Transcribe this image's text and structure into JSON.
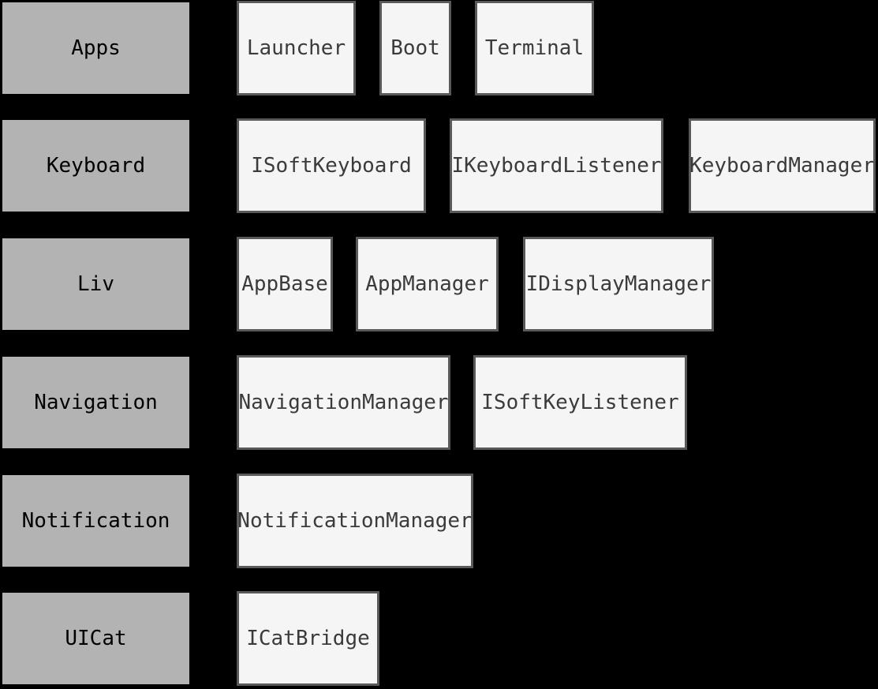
{
  "diagram": {
    "rows": [
      {
        "group": "Apps",
        "modules": [
          "Launcher",
          "Boot",
          "Terminal"
        ]
      },
      {
        "group": "Keyboard",
        "modules": [
          "ISoftKeyboard",
          "IKeyboardListener",
          "KeyboardManager"
        ]
      },
      {
        "group": "Liv",
        "modules": [
          "AppBase",
          "AppManager",
          "IDisplayManager"
        ]
      },
      {
        "group": "Navigation",
        "modules": [
          "NavigationManager",
          "ISoftKeyListener"
        ]
      },
      {
        "group": "Notification",
        "modules": [
          "NotificationManager"
        ]
      },
      {
        "group": "UICat",
        "modules": [
          "ICatBridge"
        ]
      }
    ],
    "colors": {
      "background": "#000000",
      "group_fill": "#b3b3b3",
      "group_text": "#000000",
      "module_fill": "#f5f5f5",
      "module_border": "#595959",
      "module_text": "#3b3b3b"
    }
  }
}
